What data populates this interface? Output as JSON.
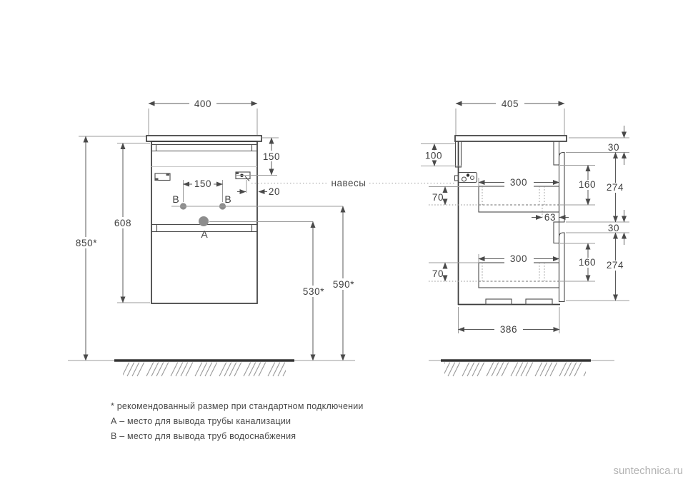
{
  "front_view": {
    "width": "400",
    "counter_to_hanger": "150",
    "hanger_inset": "20",
    "hole_spacing": "150",
    "body_height": "608",
    "mount_height": "850*",
    "drain_height": "530*",
    "supply_height": "590*",
    "hole_left": "B",
    "hole_right": "B",
    "drain": "A"
  },
  "side_view": {
    "depth": "405",
    "back_rail_height": "100",
    "top_gap": "30",
    "box_side_1": "160",
    "front_1": "274",
    "box_top_1": "70",
    "box_depth_1": "300",
    "back_clearance": "63",
    "mid_gap": "30",
    "box_side_2": "160",
    "front_2": "274",
    "box_top_2": "70",
    "box_depth_2": "300",
    "base_depth": "386"
  },
  "callout": {
    "hangers": "навесы"
  },
  "notes": {
    "asterisk": "* рекомендованный размер при стандартном подключении",
    "a": "А – место для вывода трубы канализации",
    "b": "В – место для вывода труб водоснабжения"
  },
  "watermark": "suntechnica.ru"
}
